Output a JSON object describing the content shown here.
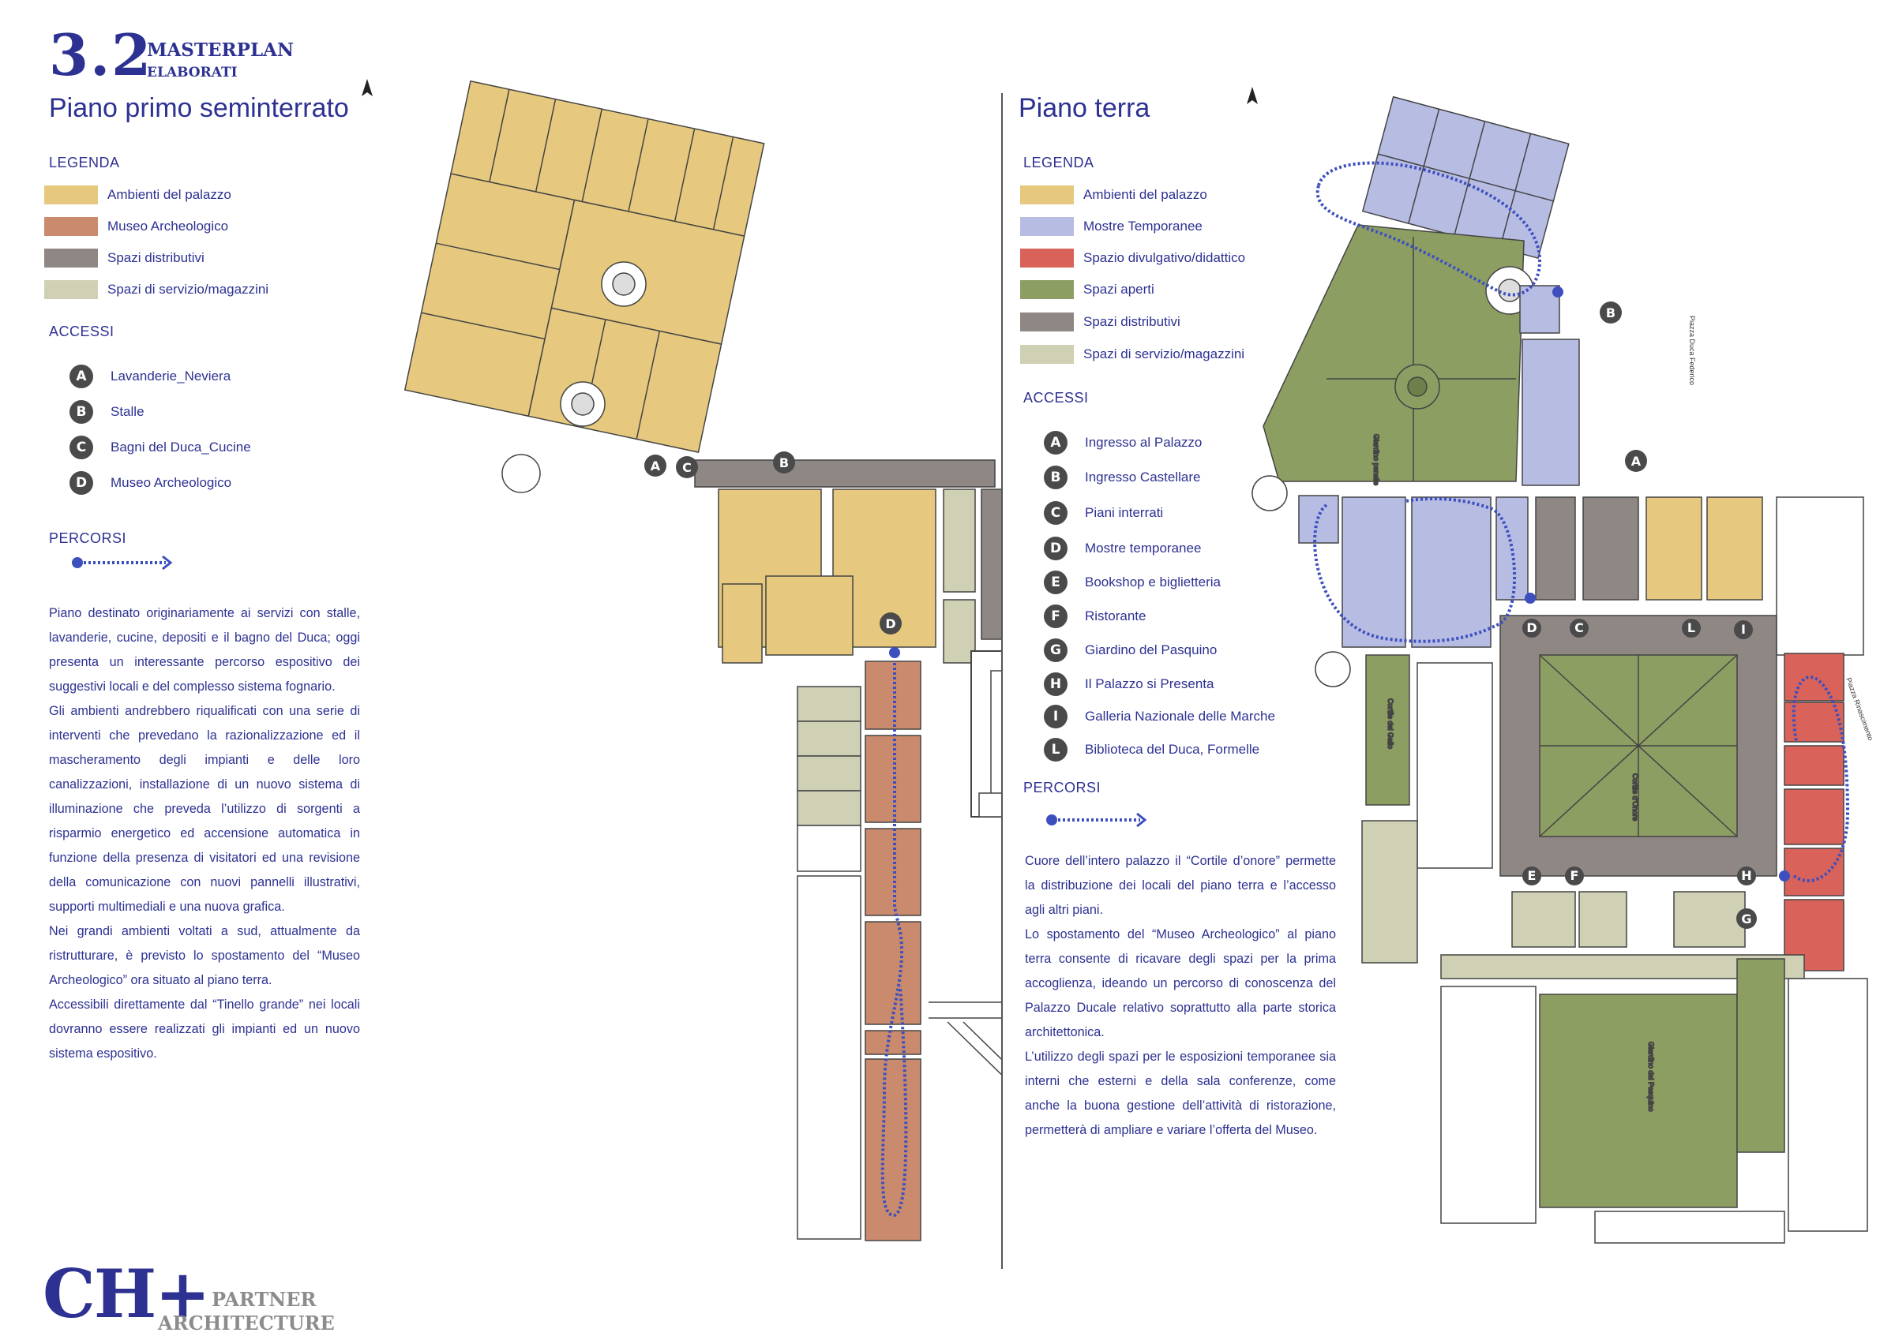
{
  "header": {
    "number": "3.2",
    "title": "MASTERPLAN",
    "subtitle": "ELABORATI"
  },
  "colors": {
    "ambienti": "#e6c97e",
    "museo": "#c98a6d",
    "distributivi": "#8f8784",
    "servizio": "#cfd0b4",
    "mostre": "#b7bce3",
    "divulgativo": "#d9635a",
    "aperti": "#8d9e63",
    "accent": "#2d3192",
    "path": "#3d4fbf"
  },
  "left": {
    "title": "Piano primo  seminterrato",
    "legend_heading": "LEGENDA",
    "legend": [
      {
        "label": "Ambienti del palazzo",
        "color": "#e6c97e"
      },
      {
        "label": "Museo Archeologico",
        "color": "#c98a6d"
      },
      {
        "label": "Spazi distributivi",
        "color": "#8f8784"
      },
      {
        "label": "Spazi di servizio/magazzini",
        "color": "#cfd0b4"
      }
    ],
    "accessi_heading": "ACCESSI",
    "accessi": [
      {
        "letter": "A",
        "label": "Lavanderie_Neviera"
      },
      {
        "letter": "B",
        "label": "Stalle"
      },
      {
        "letter": "C",
        "label": "Bagni del Duca_Cucine"
      },
      {
        "letter": "D",
        "label": "Museo Archeologico"
      }
    ],
    "percorsi_heading": "PERCORSI",
    "paragraphs": [
      "Piano destinato originariamente ai servizi con stalle, lavanderie, cucine, depositi e il bagno del Duca; oggi presenta un interessante percorso espositivo dei suggestivi locali e del complesso sistema fognario.",
      "Gli ambienti andrebbero riqualificati con una serie di interventi che prevedano la razionalizzazione ed il mascheramento degli impianti e delle loro canalizzazioni, installazione di un nuovo sistema di illuminazione che preveda l’utilizzo di sorgenti a risparmio energetico ed accensione automatica in funzione della presenza di visitatori ed una revisione della comunicazione con nuovi pannelli illustrativi, supporti multimediali e una nuova grafica.",
      "Nei grandi ambienti voltati a sud, attualmente da ristrutturare, è previsto lo spostamento del “Museo Archeologico” ora situato al piano terra.",
      "Accessibili direttamente dal “Tinello grande” nei locali dovranno essere realizzati gli impianti ed un nuovo sistema espositivo."
    ]
  },
  "right": {
    "title": "Piano terra",
    "legend_heading": "LEGENDA",
    "legend": [
      {
        "label": "Ambienti del palazzo",
        "color": "#e6c97e"
      },
      {
        "label": "Mostre Temporanee",
        "color": "#b7bce3"
      },
      {
        "label": "Spazio divulgativo/didattico",
        "color": "#d9635a"
      },
      {
        "label": "Spazi aperti",
        "color": "#8d9e63"
      },
      {
        "label": "Spazi distributivi",
        "color": "#8f8784"
      },
      {
        "label": "Spazi di servizio/magazzini",
        "color": "#cfd0b4"
      }
    ],
    "accessi_heading": "ACCESSI",
    "accessi": [
      {
        "letter": "A",
        "label": "Ingresso al Palazzo"
      },
      {
        "letter": "B",
        "label": "Ingresso Castellare"
      },
      {
        "letter": "C",
        "label": "Piani interrati"
      },
      {
        "letter": "D",
        "label": "Mostre temporanee"
      },
      {
        "letter": "E",
        "label": "Bookshop e biglietteria"
      },
      {
        "letter": "F",
        "label": "Ristorante"
      },
      {
        "letter": "G",
        "label": "Giardino del Pasquino"
      },
      {
        "letter": "H",
        "label": "Il Palazzo si Presenta"
      },
      {
        "letter": "I",
        "label": "Galleria Nazionale delle Marche"
      },
      {
        "letter": "L",
        "label": "Biblioteca del Duca, Formelle"
      }
    ],
    "percorsi_heading": "PERCORSI",
    "paragraphs": [
      "Cuore dell’intero palazzo il “Cortile d’onore” permette la distribuzione dei locali del piano terra e l’accesso agli altri piani.",
      "Lo spostamento del “Museo Archeologico” al piano terra consente di ricavare degli spazi per la prima accoglienza, ideando un percorso di conoscenza del Palazzo Ducale relativo soprattutto alla parte storica architettonica.",
      "L’utilizzo degli spazi per le esposizioni temporanee sia interni che esterni e della sala conferenze, come anche la buona gestione dell’attività di ristorazione, permetterà di ampliare e variare l’offerta del Museo."
    ],
    "plan_labels": {
      "giardino_pensile": "Giardino pensile",
      "cortile_onore": "Cortile d'Onore",
      "cortile_gallo": "Cortile del Gallo",
      "giardino_pasquino": "Giardino del Pasquino",
      "piazza_duca": "Piazza Duca Federico",
      "piazza_rinascimento": "Piazza Rinascimento"
    }
  },
  "logo": {
    "mark": "CH+",
    "line1": "PARTNER",
    "line2": "ARCHITECTURE"
  }
}
